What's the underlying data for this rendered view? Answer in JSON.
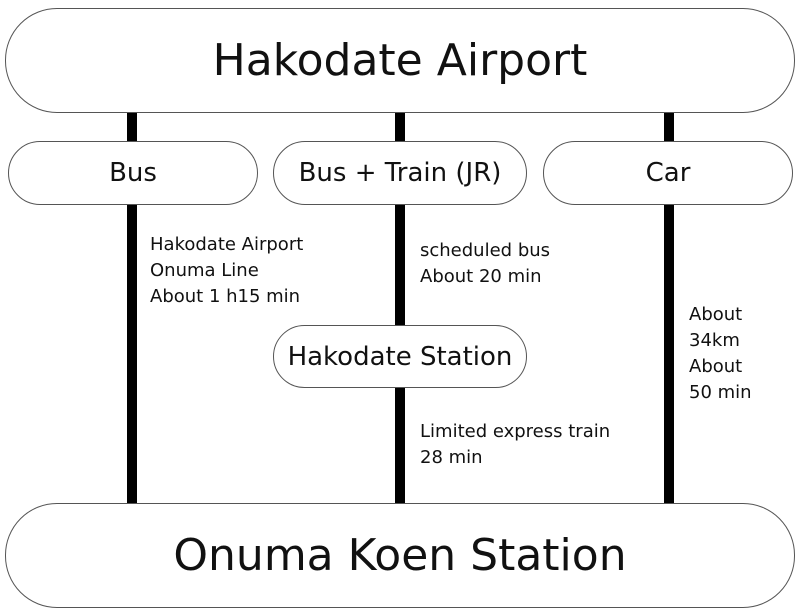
{
  "origin": "Hakodate Airport",
  "destination": "Onuma Koen Station",
  "routes": [
    {
      "label": "Bus",
      "notes": [
        "Hakodate Airport",
        "Onuma Line",
        "About 1 h15 min"
      ]
    },
    {
      "label": "Bus + Train (JR)",
      "notes1": [
        "scheduled bus",
        "About 20 min"
      ],
      "transfer": "Hakodate Station",
      "notes2": [
        "Limited express train",
        "28 min"
      ]
    },
    {
      "label": "Car",
      "notes": [
        "About",
        "34km",
        "About",
        "50 min"
      ]
    }
  ]
}
